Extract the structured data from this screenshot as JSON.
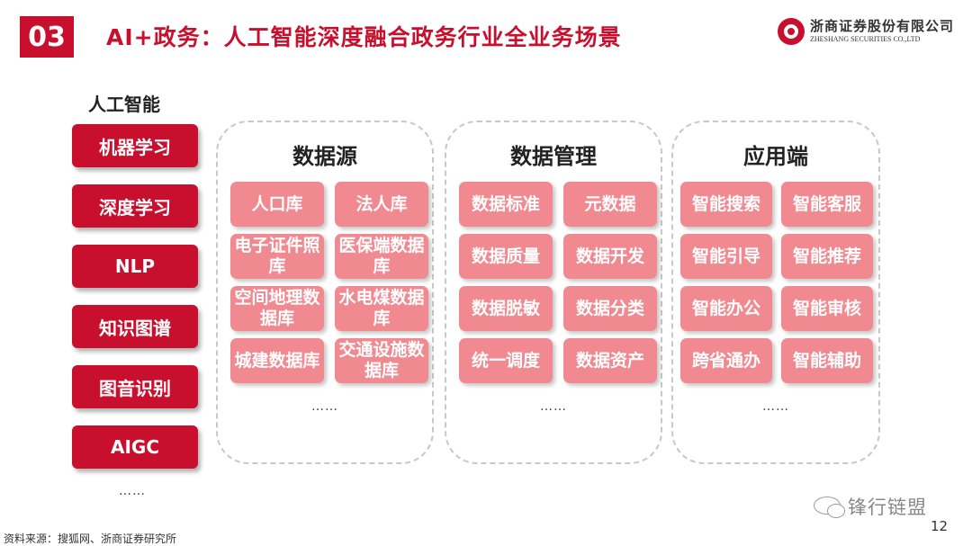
{
  "header": {
    "section_number": "03",
    "title": "AI+政务：人工智能深度融合政务行业全业务场景",
    "logo_name_cn": "浙商证券股份有限公司",
    "logo_name_en": "ZHESHANG SECURITIES CO.,LTD"
  },
  "ai": {
    "heading": "人工智能",
    "items": [
      "机器学习",
      "深度学习",
      "NLP",
      "知识图谱",
      "图音识别",
      "AIGC"
    ],
    "more": "……"
  },
  "panels": [
    {
      "title": "数据源",
      "items": [
        "人口库",
        "法人库",
        "电子证件照库",
        "医保端数据库",
        "空间地理数据库",
        "水电煤数据库",
        "城建数据库",
        "交通设施数据库"
      ],
      "more": "……"
    },
    {
      "title": "数据管理",
      "items": [
        "数据标准",
        "元数据",
        "数据质量",
        "数据开发",
        "数据脱敏",
        "数据分类",
        "统一调度",
        "数据资产"
      ],
      "more": "……"
    },
    {
      "title": "应用端",
      "items": [
        "智能搜索",
        "智能客服",
        "智能引导",
        "智能推荐",
        "智能办公",
        "智能审核",
        "跨省通办",
        "智能辅助"
      ],
      "more": "……"
    }
  ],
  "footer": {
    "source": "资料来源：搜狐网、浙商证券研究所",
    "watermark": "锋行链盟",
    "page_number": "12"
  },
  "colors": {
    "brand_red": "#c8102e",
    "chip_pink": "#f08a90",
    "dashed_border": "#c8c8c8"
  }
}
